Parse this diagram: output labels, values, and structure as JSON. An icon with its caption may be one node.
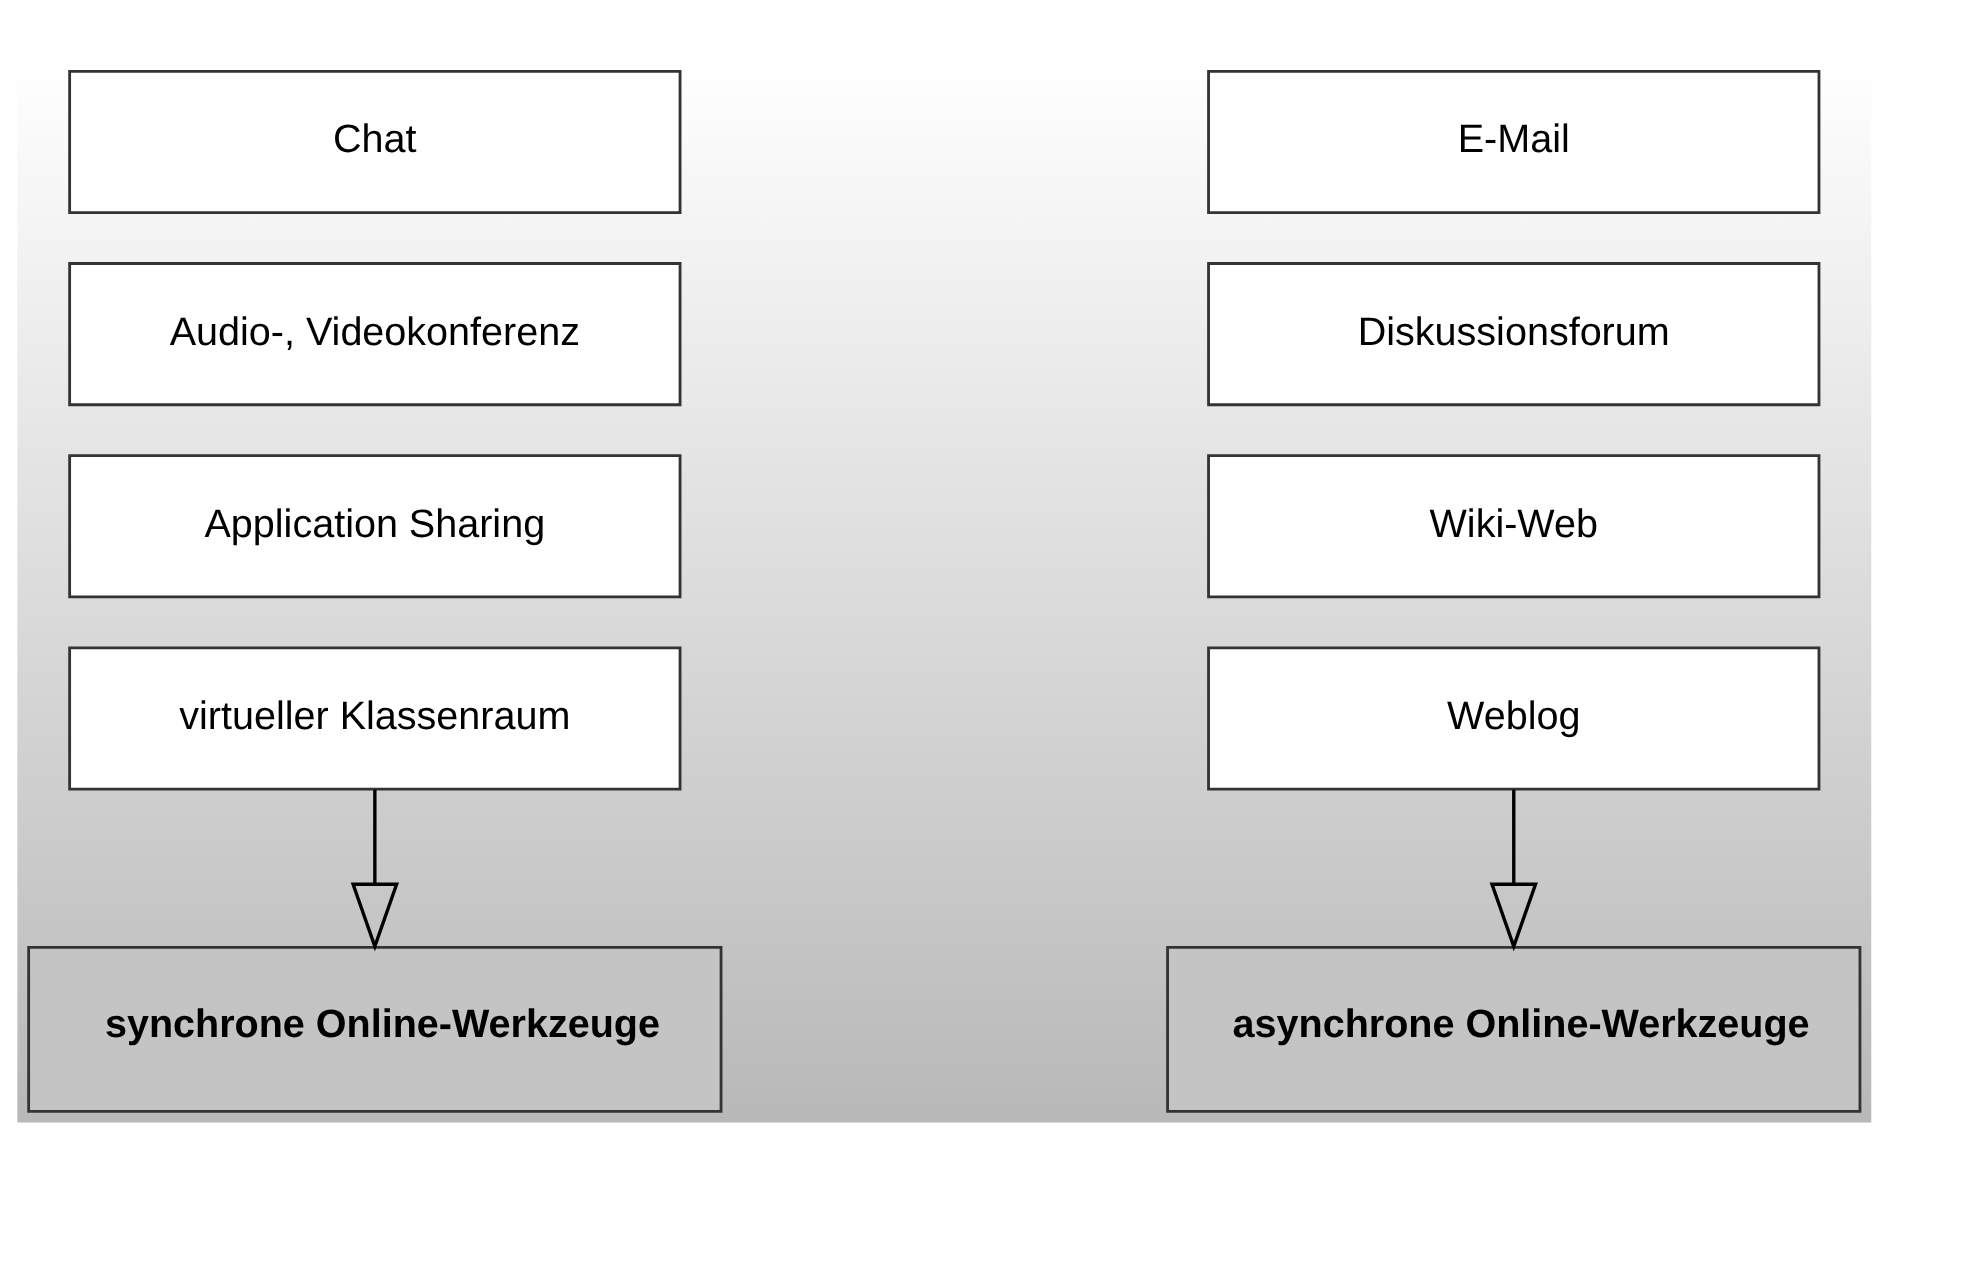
{
  "diagram": {
    "nodes": [
      {
        "text": [
          "Chat"
        ]
      },
      {
        "text": [
          "Audio-, Videokonferenz"
        ]
      },
      {
        "text": [
          "Application Sharing"
        ]
      },
      {
        "text": [
          "virtueller Klassenraum"
        ]
      },
      {
        "text": [
          "E-Mail"
        ]
      },
      {
        "text": [
          "Diskussionsforum"
        ]
      },
      {
        "text": [
          "Wiki-Web"
        ]
      },
      {
        "text": [
          "Weblog"
        ]
      },
      {
        "text": [
          "synchrone Online-Werkzeuge"
        ]
      },
      {
        "text": [
          "asynchrone Online-Werkzeuge"
        ]
      }
    ],
    "edges": [
      {
        "from": 3,
        "to": 8,
        "arrow": "to"
      },
      {
        "from": 7,
        "to": 9,
        "arrow": "to"
      }
    ]
  }
}
